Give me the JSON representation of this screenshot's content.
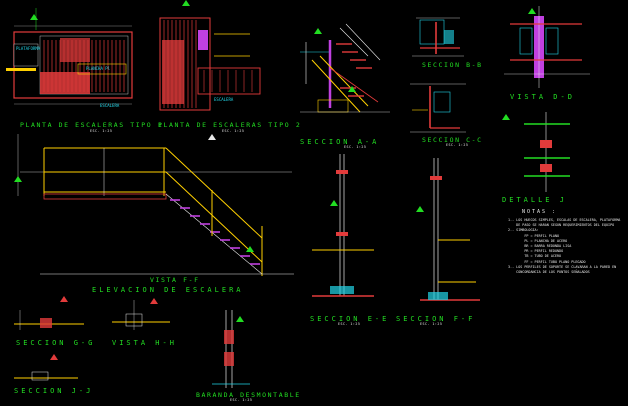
{
  "colors": {
    "background": "#000000",
    "title": "#22dd22",
    "steel": "#e23b3b",
    "column": "#c040e0",
    "dimension": "#e8e8e8",
    "label": "#22d6e8",
    "accent": "#ffd000"
  },
  "titles": {
    "planta_tipo1": "PLANTA DE ESCALERAS TIPO 1",
    "planta_tipo2": "PLANTA DE ESCALERAS TIPO 2",
    "seccion_aa": "SECCION A-A",
    "seccion_bb": "SECCION B-B",
    "seccion_cc": "SECCION C-C",
    "vista_dd": "VISTA D-D",
    "detalle_j": "DETALLE J",
    "vista_ff": "VISTA F-F",
    "elevacion": "ELEVACION DE ESCALERA",
    "seccion_ee": "SECCION E-E",
    "seccion_ff": "SECCION F-F",
    "seccion_gg": "SECCION G-G",
    "vista_hh": "VISTA H-H",
    "seccion_jj": "SECCION J-J",
    "baranda": "BARANDA DESMONTABLE"
  },
  "labels": {
    "planta1_inset": "PLATAFORMA",
    "planta1_pl": "PLANCHA Pl",
    "planta1_label": "ESCALERA",
    "planta2_label": "ESCALERA",
    "scale": "ESC. 1:25"
  },
  "notes": {
    "title": "NOTAS :",
    "lines": [
      "1.- LOS HUECOS SIMPLES, ESCALAS DE ESCALERA, PLATAFORMA",
      "    DE PASO SE HARAN SEGUN REQUERIMIENTOS DEL EQUIPO",
      "2.- SIMBOLOGIA:",
      "        FP = PERFIL PLANO",
      "        PL = PLANCHA DE ACERO",
      "        BR = BARRA REDONDA LISA",
      "        PR = PERFIL REDONDO",
      "        TB = TUBO DE ACERO",
      "        FF = PERFIL TUBO PLANO PLEGADO",
      "3.- LOS PERFILES DE SOPORTE SE CLAVARAN A LA PARED EN",
      "    CONCORDANCIA DE LOS PUNTOS SEÑALADOS"
    ]
  }
}
